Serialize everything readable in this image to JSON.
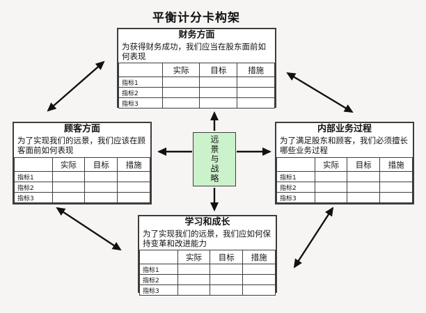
{
  "title": "平衡计分卡构架",
  "center_box": {
    "label": "远景与战略"
  },
  "table_template": {
    "headers": [
      "",
      "实际",
      "目标",
      "措施"
    ],
    "row_labels": [
      "指标1",
      "指标2",
      "指标3"
    ]
  },
  "panels": {
    "financial": {
      "title": "财务方面",
      "desc": "为获得财务成功，我们应当在股东面前如何表现"
    },
    "customer": {
      "title": "顾客方面",
      "desc": "为了实现我们的远景，我们应该在顾客面前如何表现"
    },
    "internal": {
      "title": "内部业务过程",
      "desc": "为了满足股东和顾客，我们必须擅长哪些业务过程"
    },
    "learning": {
      "title": "学习和成长",
      "desc": "为了实现我们的远景，我们应如何保持变革和改进能力"
    }
  },
  "colors": {
    "page_bg": "#f7f5f4",
    "panel_bg": "#ffffff",
    "border": "#3c3c3c",
    "center_bg": "#ccf2cc",
    "arrow": "#111111"
  }
}
